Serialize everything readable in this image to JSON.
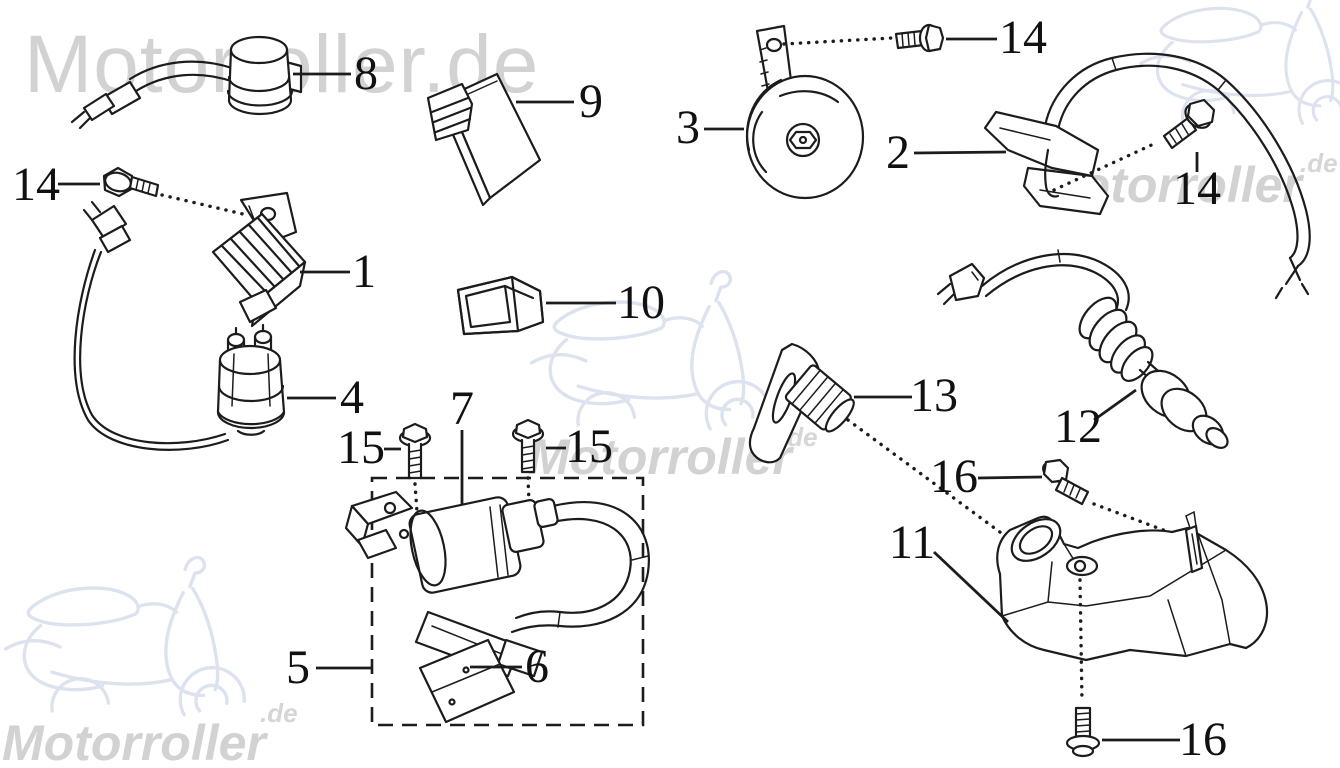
{
  "colors": {
    "ink": "#1c1c1c",
    "background": "#ffffff",
    "watermark_text": "#d2d2d2",
    "watermark_accent": "#dce2ee"
  },
  "watermark": {
    "wordmark": "Motorroller.de",
    "brand": "Motorroller",
    "tld": ".de"
  },
  "callouts": {
    "c1": "1",
    "c2": "2",
    "c3": "3",
    "c4": "4",
    "c5": "5",
    "c6": "6",
    "c7": "7",
    "c8": "8",
    "c9": "9",
    "c10": "10",
    "c11": "11",
    "c12": "12",
    "c13": "13",
    "c14_left": "14",
    "c14_top": "14",
    "c14_right": "14",
    "c15_left": "15",
    "c15_right": "15",
    "c16_upper": "16",
    "c16_lower": "16"
  }
}
